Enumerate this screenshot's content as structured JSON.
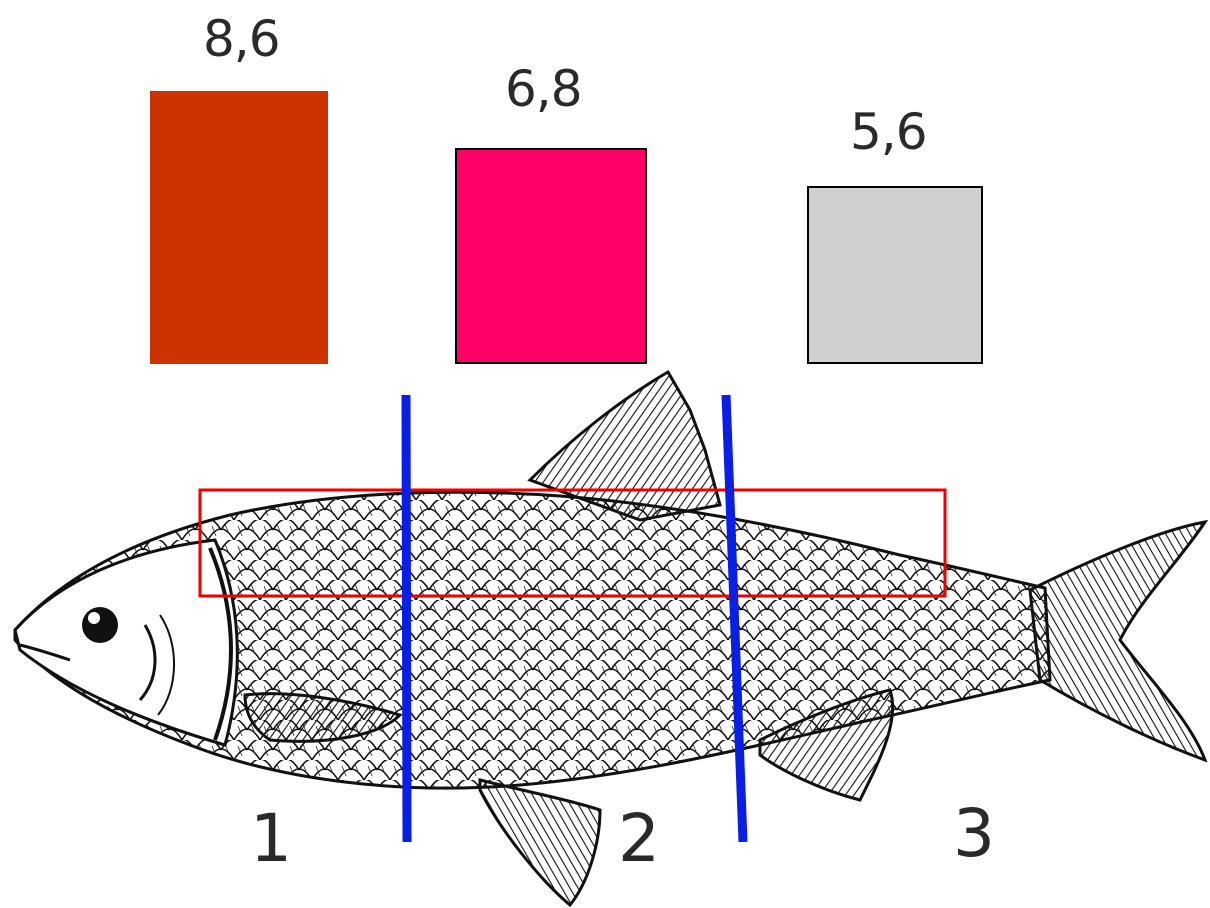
{
  "chart_data": {
    "type": "bar",
    "categories": [
      "1",
      "2",
      "3"
    ],
    "values": [
      8.6,
      6.8,
      5.6
    ],
    "value_labels": [
      "8,6",
      "6,8",
      "5,6"
    ],
    "colors": [
      "#cc3300",
      "#ff0066",
      "#d0d0d0"
    ]
  },
  "zones": {
    "labels": [
      "1",
      "2",
      "3"
    ]
  }
}
